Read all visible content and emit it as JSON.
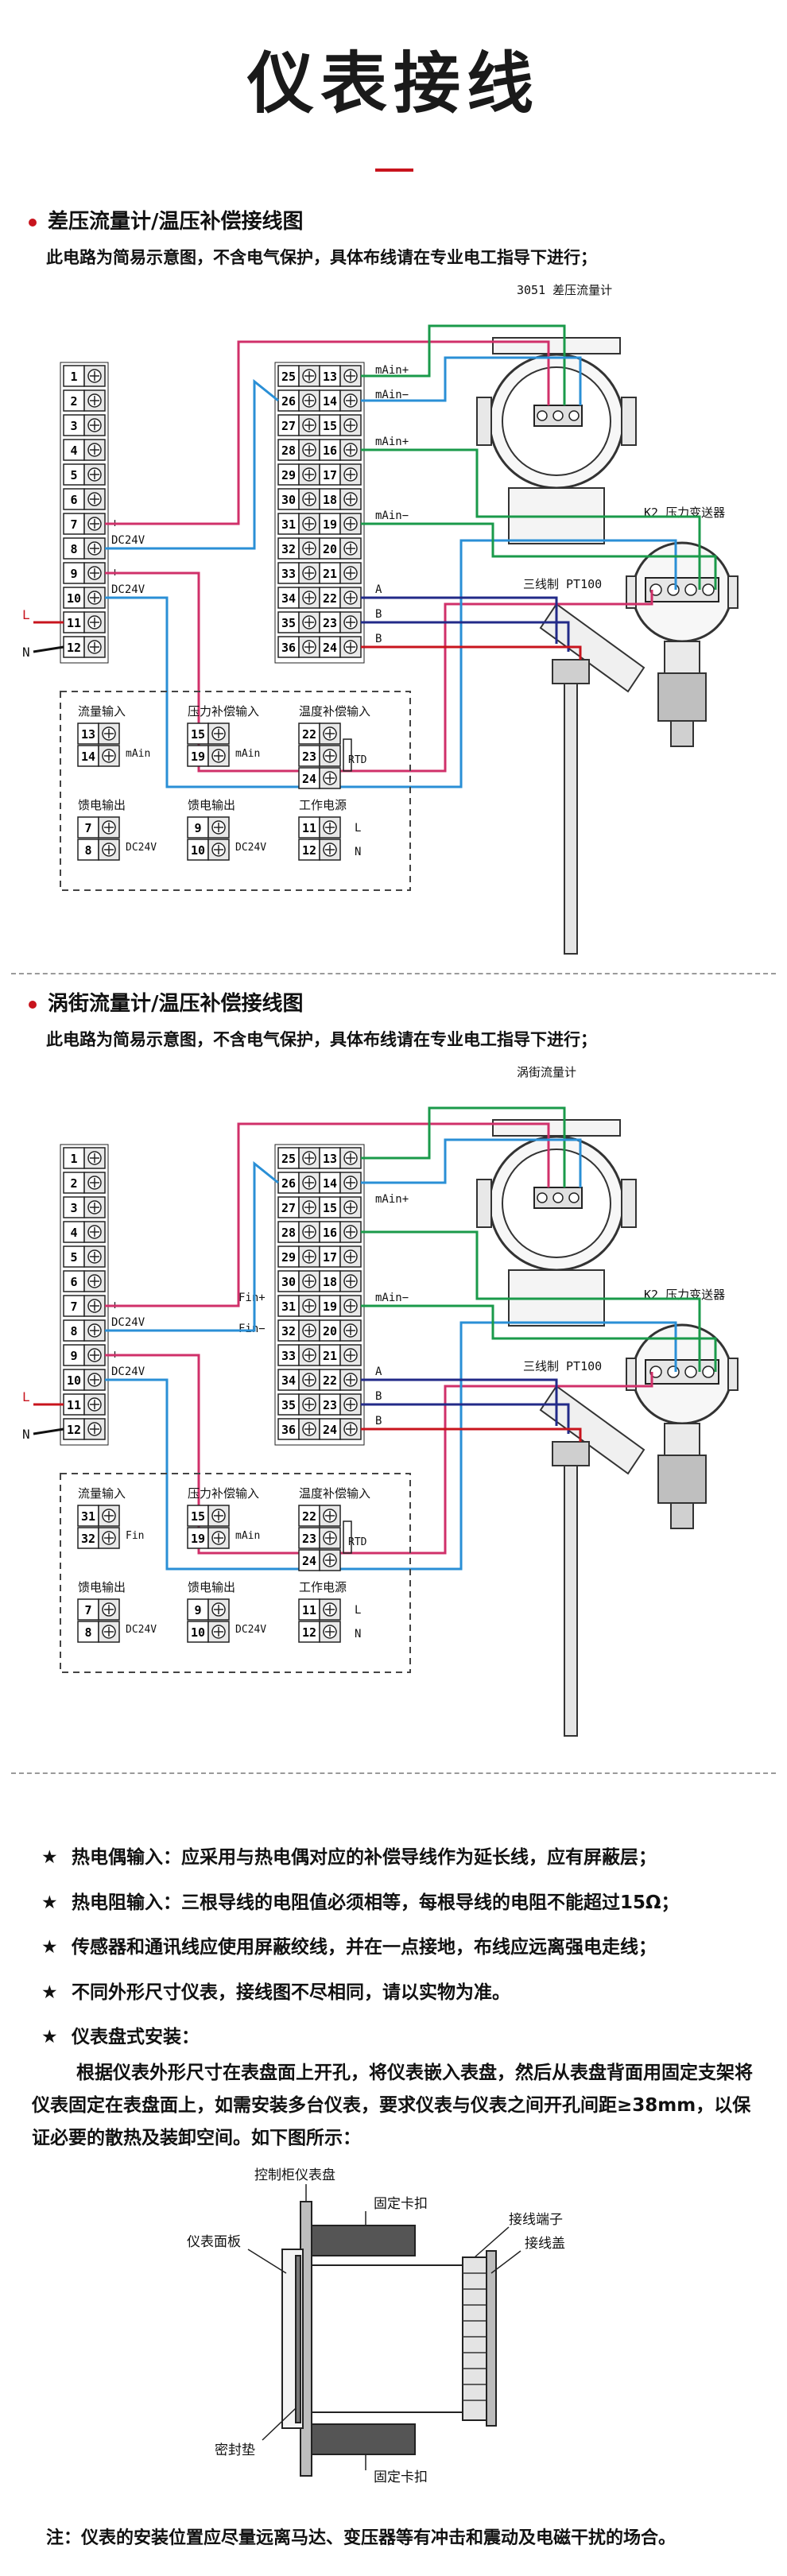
{
  "page": {
    "title": "仪表接线"
  },
  "section1": {
    "heading": "差压流量计/温压补偿接线图",
    "note": "此电路为简易示意图，不含电气保护，具体布线请在专业电工指导下进行；",
    "device_label": "3051  差压流量计",
    "transmitter_label": "K2  压力变送器",
    "pt100_label": "三线制  PT100",
    "wire_labels": [
      "mAin+",
      "mAin−",
      "mAin+",
      "mAin−",
      "A",
      "B",
      "B"
    ],
    "power_labels": [
      "DC24V",
      "DC24V"
    ],
    "L": "L",
    "N": "N",
    "legend": {
      "flow": "流量输入",
      "flow_sub": "mAin",
      "pressure": "压力补偿输入",
      "pressure_sub": "mAin",
      "temp": "温度补偿输入",
      "temp_sub": "RTD",
      "feed": "馈电输出",
      "feed_sub": "DC24V",
      "feed2": "馈电输出",
      "feed2_sub": "DC24V",
      "power": "工作电源",
      "power_L": "L",
      "power_N": "N"
    }
  },
  "section2": {
    "heading": "涡街流量计/温压补偿接线图",
    "note": "此电路为简易示意图，不含电气保护，具体布线请在专业电工指导下进行；",
    "device_label": "涡街流量计",
    "transmitter_label": "K2  压力变送器",
    "pt100_label": "三线制  PT100",
    "wire_labels": [
      "mAin+",
      "mAin−",
      "Fin+",
      "Fin−",
      "A",
      "B",
      "B"
    ],
    "power_labels": [
      "DC24V",
      "DC24V"
    ],
    "L": "L",
    "N": "N",
    "legend": {
      "flow": "流量输入",
      "flow_sub": "Fin",
      "pressure": "压力补偿输入",
      "pressure_sub": "mAin",
      "temp": "温度补偿输入",
      "temp_sub": "RTD",
      "feed": "馈电输出",
      "feed_sub": "DC24V",
      "feed2": "馈电输出",
      "feed2_sub": "DC24V",
      "power": "工作电源",
      "power_L": "L",
      "power_N": "N"
    }
  },
  "notes": [
    {
      "star": "★",
      "text": "热电偶输入：应采用与热电偶对应的补偿导线作为延长线，应有屏蔽层；"
    },
    {
      "star": "★",
      "text": "热电阻输入：三根导线的电阻值必须相等，每根导线的电阻不能超过15Ω；"
    },
    {
      "star": "★",
      "text": "传感器和通讯线应使用屏蔽绞线，并在一点接地，布线应远离强电走线；"
    },
    {
      "star": "★",
      "text": "不同外形尺寸仪表，接线图不尽相同，请以实物为准。"
    },
    {
      "star": "★",
      "text": "仪表盘式安装："
    }
  ],
  "install_paragraph": "根据仪表外形尺寸在表盘面上开孔，将仪表嵌入表盘，然后从表盘背面用固定支架将仪表固定在表盘面上，如需安装多台仪表，要求仪表与仪表之间开孔间距≥38mm，以保证必要的散热及装卸空间。如下图所示：",
  "mount": {
    "cabinet_panel": "控制柜仪表盘",
    "clip_top": "固定卡扣",
    "terminal": "接线端子",
    "meter_panel": "仪表面板",
    "terminal_cover": "接线盖",
    "gasket": "密封垫",
    "clip_bottom": "固定卡扣"
  },
  "footnote": "注：仪表的安装位置应尽量远离马达、变压器等有冲击和震动及电磁干扰的场合。",
  "colors": {
    "accent": "#c8141d",
    "green": "#1a9a4a",
    "blue": "#2a8fd6",
    "magenta": "#d0306a",
    "navy": "#222a88",
    "terminal": "#e8e8e8"
  }
}
